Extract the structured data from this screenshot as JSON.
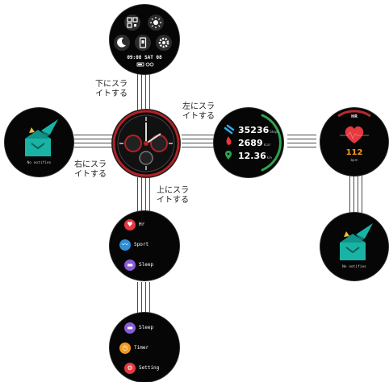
{
  "labels": {
    "swipe_down": [
      "下にスラ",
      "イトする"
    ],
    "swipe_left": [
      "左にスラ",
      "イトする"
    ],
    "swipe_right": [
      "右にスラ",
      "イトする"
    ],
    "swipe_up": [
      "上にスラ",
      "イトする"
    ]
  },
  "quick_panel": {
    "date": "09:08 SAT 08",
    "icons": [
      "qr-code-icon",
      "brightness-icon",
      "moon-icon",
      "phone-icon",
      "gear-icon",
      "battery-icon",
      "glasses-icon"
    ]
  },
  "stats_screen": {
    "steps": "35236",
    "steps_unit": "Steps",
    "calories": "2689",
    "calories_unit": "kcal",
    "distance": "12.36",
    "distance_unit": "km"
  },
  "heart_screen": {
    "title": "HR",
    "value": "112",
    "unit": "bpm"
  },
  "no_notification_text": "No notifies",
  "menu_1": [
    {
      "label": "Hr",
      "color": "#e5393f",
      "icon": "heart-icon"
    },
    {
      "label": "Sport",
      "color": "#2f8fd6",
      "icon": "sport-icon"
    },
    {
      "label": "Sleep",
      "color": "#8a5bd6",
      "icon": "sleep-icon"
    }
  ],
  "menu_2": [
    {
      "label": "Sleep",
      "color": "#8a5bd6",
      "icon": "sleep-icon"
    },
    {
      "label": "Timer",
      "color": "#f39a1c",
      "icon": "timer-icon"
    },
    {
      "label": "Setting",
      "color": "#e5393f",
      "icon": "setting-icon"
    }
  ]
}
